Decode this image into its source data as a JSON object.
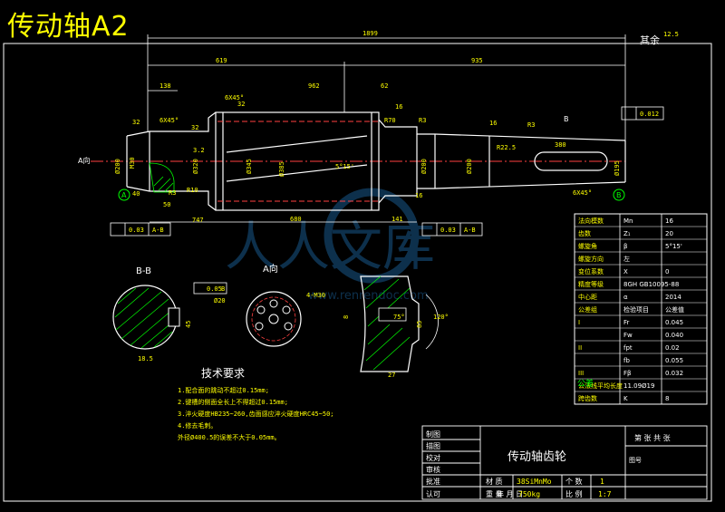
{
  "title": "传动轴A2",
  "roughness_note": {
    "label": "其余",
    "value": "12.5"
  },
  "dims": {
    "total_len": "1899",
    "d619": "619",
    "d935": "935",
    "d138": "138",
    "d962": "962",
    "d62": "62",
    "c6x45_a": "6X45°",
    "c6x45_b": "6X45°",
    "c6x45_c": "6X45°",
    "d32a": "32",
    "d32b": "32",
    "d32c": "32",
    "d3_2": "3.2",
    "d16a": "16",
    "d16b": "16",
    "d16c": "16",
    "r70": "R70",
    "r3a": "R3",
    "r3b": "R3",
    "r3c": "R3",
    "r10": "R10",
    "r22": "R22.5",
    "d380": "380",
    "d40": "40",
    "d50": "50",
    "d747": "747",
    "d680": "680",
    "d141": "141",
    "helix": "5°15'",
    "phi200a": "Ø200",
    "phi200b": "Ø200",
    "phi320": "Ø320",
    "phi345": "Ø345",
    "phi385": "Ø385",
    "phi195": "Ø195",
    "tol_mid": "0.012",
    "tol_a": "0.03",
    "tol_b": "0.03",
    "datum_ab": "A-B",
    "datum_ab2": "A-B",
    "datum_a": "A",
    "datum_b": "B",
    "a_dir": "A向",
    "m30": "M30",
    "b_mark": "B"
  },
  "views": {
    "bb": "B-B",
    "a_view": "A向",
    "m30_4": "4-M30",
    "phi20": "Ø20",
    "tol_bb": "0.05",
    "b_ref": "B",
    "d45": "45",
    "d185": "18.5",
    "d75": "75°",
    "d120": "120°",
    "d27": "27",
    "d85": "85",
    "d8": "8"
  },
  "tech_req": {
    "heading": "技术要求",
    "items": [
      "1.配合面的跳动不超过0.15mm;",
      "2.键槽的侧面全长上不得超过0.15mm;",
      "3.淬火硬度HB235~260,齿面感应淬火硬度HRC45~50;",
      "4.修去毛刺。",
      "外径Ø400.5的误差不大于0.05mm。"
    ]
  },
  "gear_table": [
    [
      "法向模数",
      "Mn",
      "16"
    ],
    [
      "齿数",
      "Z₁",
      "20"
    ],
    [
      "螺旋角",
      "β",
      "5°15'"
    ],
    [
      "螺旋方向",
      "左",
      ""
    ],
    [
      "变位系数",
      "X",
      "0"
    ],
    [
      "精度等级",
      "8GH GB10095-88",
      ""
    ],
    [
      "中心距",
      "α",
      "2014"
    ],
    [
      "公差组",
      "检验项目",
      "公差值"
    ],
    [
      "I",
      "Fr",
      "0.045"
    ],
    [
      "",
      "Fw",
      "0.040"
    ],
    [
      "II",
      "fpt",
      "0.02"
    ],
    [
      "",
      "fb",
      "0.055"
    ],
    [
      "III",
      "Fβ",
      "0.032"
    ],
    [
      "公法线平均长度",
      "11.09Ø19",
      ""
    ],
    [
      "跨齿数",
      "K",
      "8"
    ]
  ],
  "gear_left": "公差",
  "title_block": {
    "rows": [
      "制图",
      "描图",
      "校对",
      "审核",
      "批准"
    ],
    "part_name": "传动轴齿轮",
    "material_label": "材 质",
    "material": "38SiMnMo",
    "count_label": "个 数",
    "count": "1",
    "weight_label": "重 量",
    "weight": "750kg",
    "scale_label": "比 例",
    "scale": "1:7",
    "date_row": "年 月 日",
    "sheet": "第 张 共 张",
    "drawing_no": "图号",
    "confirm": "认可"
  },
  "watermark": {
    "text": "人人文库",
    "url": "www.renrendoc.com"
  }
}
